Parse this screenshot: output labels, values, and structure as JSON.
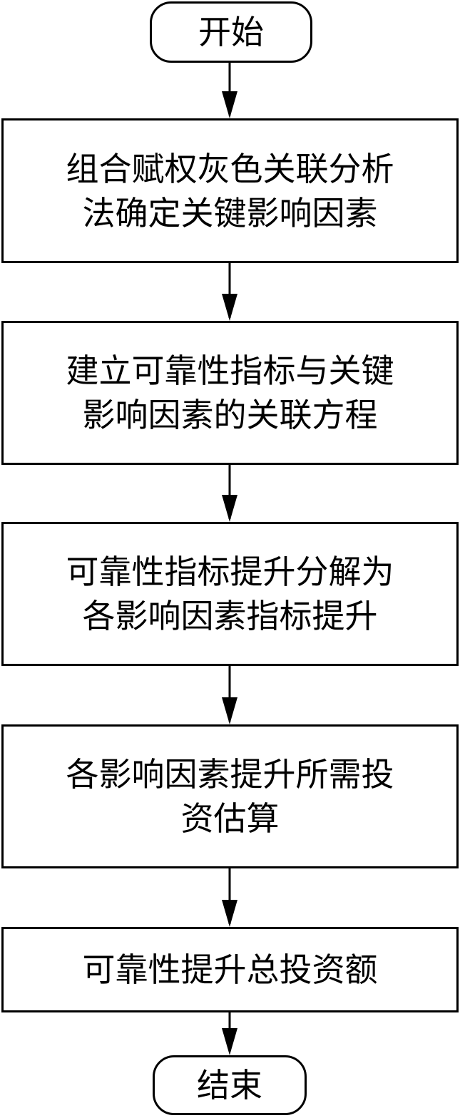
{
  "flowchart": {
    "start": "开始",
    "end": "结束",
    "steps": [
      [
        "组合赋权灰色关联分析",
        "法确定关键影响因素"
      ],
      [
        "建立可靠性指标与关键",
        "影响因素的关联方程"
      ],
      [
        "可靠性指标提升分解为",
        "各影响因素指标提升"
      ],
      [
        "各影响因素提升所需投",
        "资估算"
      ],
      [
        "可靠性提升总投资额"
      ]
    ]
  },
  "colors": {
    "stroke": "#000000",
    "background": "#ffffff"
  }
}
